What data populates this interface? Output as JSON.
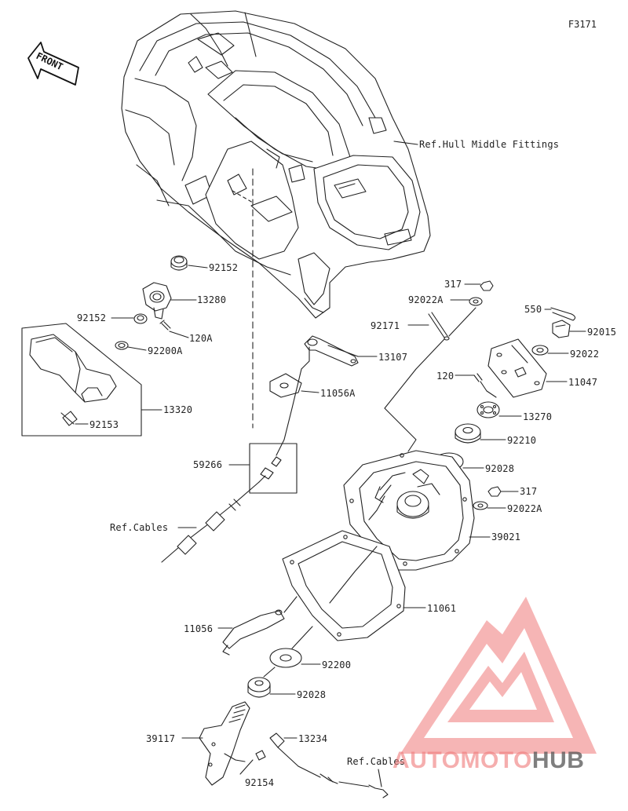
{
  "figure_no": "F3171",
  "front_label": "FRONT",
  "watermark": {
    "brand_a": "AUTOMOTO",
    "brand_b": "HUB",
    "color_a": "#f07a7a",
    "color_b": "#555555"
  },
  "labels": {
    "ref_hull": "Ref.Hull Middle Fittings",
    "p92152a": "92152",
    "p13280": "13280",
    "p92152b": "92152",
    "p120a": "120A",
    "p92200a": "92200A",
    "p13320": "13320",
    "p92153": "92153",
    "p317a": "317",
    "p92022a1": "92022A",
    "p550": "550",
    "p92015": "92015",
    "p92171": "92171",
    "p92022": "92022",
    "p13107": "13107",
    "p120": "120",
    "p11047": "11047",
    "p11056a": "11056A",
    "p13270": "13270",
    "p92210": "92210",
    "p59266": "59266",
    "p92028a": "92028",
    "p317b": "317",
    "p92022a2": "92022A",
    "ref_cables1": "Ref.Cables",
    "p39021": "39021",
    "p11061": "11061",
    "p11056": "11056",
    "p92200": "92200",
    "p92028b": "92028",
    "p39117": "39117",
    "p13234": "13234",
    "p92154": "92154",
    "ref_cables2": "Ref.Cables"
  }
}
